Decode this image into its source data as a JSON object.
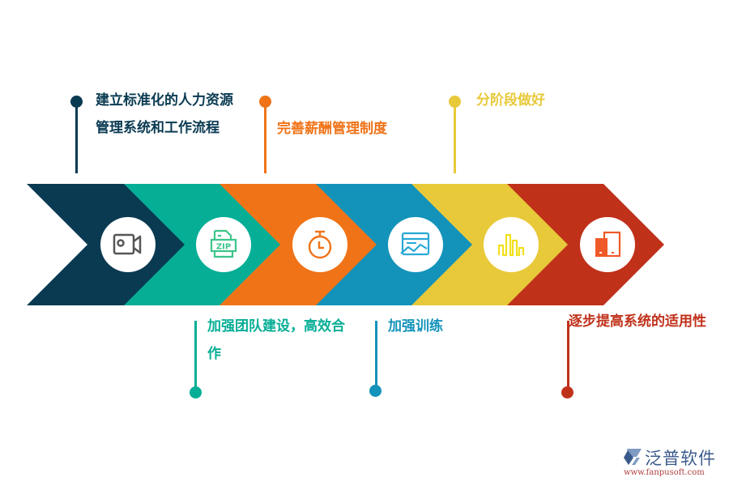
{
  "diagram": {
    "type": "chevron-process",
    "steps": [
      {
        "label": "建立标准化的人力资源",
        "label2": "管理系统和工作流程",
        "color": "#0a3a52",
        "icon": "video-camera-icon",
        "position": "top"
      },
      {
        "label": "加强团队建设，高效合",
        "label2": "作",
        "color": "#06ae96",
        "icon": "zip-file-icon",
        "position": "bottom"
      },
      {
        "label": "完善薪酬管理制度",
        "color": "#f07318",
        "icon": "stopwatch-icon",
        "position": "top"
      },
      {
        "label": "加强训练",
        "color": "#1393ba",
        "icon": "image-window-icon",
        "position": "bottom"
      },
      {
        "label": "分阶段做好",
        "color": "#e8c93a",
        "icon": "bar-chart-icon",
        "position": "top"
      },
      {
        "label": "逐步提高系统的适用性",
        "color": "#c0311a",
        "icon": "devices-icon",
        "position": "bottom"
      }
    ]
  },
  "logo": {
    "name": "泛普软件",
    "url": "www.fanpusoft.com"
  }
}
